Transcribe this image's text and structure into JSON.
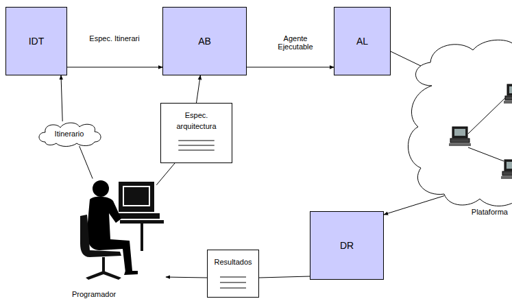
{
  "diagram": {
    "nodes": [
      {
        "text": [
          "IDT"
        ]
      },
      {
        "text": [
          "Itinerario"
        ]
      },
      {
        "text": [
          "AB"
        ]
      },
      {
        "text": [
          "Espec. arquitectura"
        ]
      },
      {
        "text": [
          "AL"
        ]
      },
      {
        "text": [
          "Plataforma"
        ]
      },
      {
        "text": [
          "DR"
        ]
      },
      {
        "text": [
          "Resultados"
        ]
      },
      {
        "text": [
          "Programador"
        ]
      }
    ],
    "edges": [
      {
        "from": 0,
        "to": 2,
        "label": "Espec. Itinerari",
        "arrow": "to"
      },
      {
        "from": 2,
        "to": 4,
        "label": "Agente Ejecutable",
        "arrow": "to"
      },
      {
        "from": 4,
        "to": 5,
        "arrow": "to"
      },
      {
        "from": 5,
        "to": 6,
        "arrow": "to"
      },
      {
        "from": 6,
        "to": 7,
        "arrow": "none"
      },
      {
        "from": 7,
        "to": 8,
        "arrow": "to"
      },
      {
        "from": 8,
        "to": 1,
        "arrow": "none"
      },
      {
        "from": 1,
        "to": 0,
        "arrow": "to"
      },
      {
        "from": 8,
        "to": 3,
        "arrow": "none"
      },
      {
        "from": 3,
        "to": 2,
        "arrow": "to"
      }
    ]
  }
}
